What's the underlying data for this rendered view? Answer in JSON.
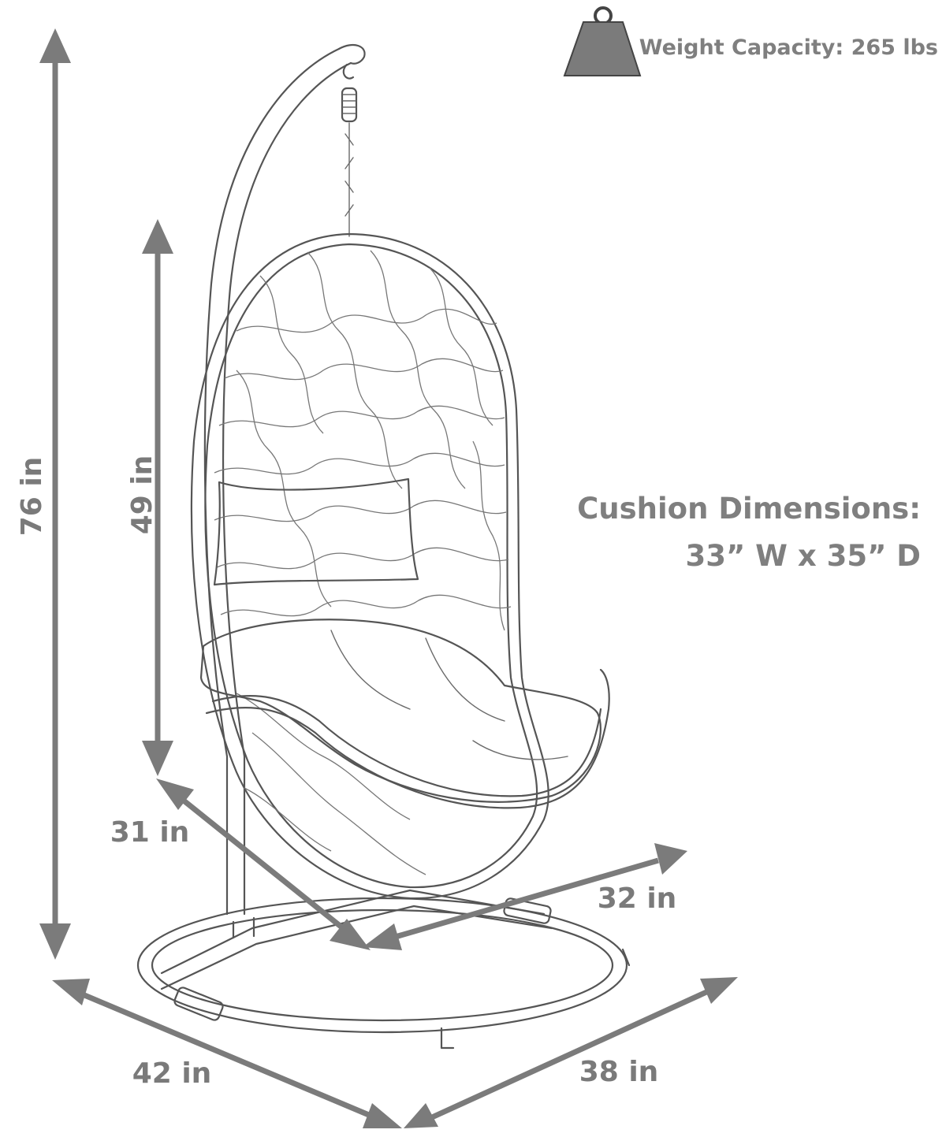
{
  "weight": {
    "icon": "weight-icon",
    "label": "Weight Capacity: 265 lbs"
  },
  "cushion": {
    "line1": "Cushion Dimensions:",
    "line2": "33” W x 35” D"
  },
  "dimensions": {
    "total_height": "76 in",
    "chair_height": "49 in",
    "seat_depth": "31 in",
    "seat_width": "32 in",
    "base_width": "42 in",
    "base_depth": "38 in"
  },
  "colors": {
    "label_gray": "#7a7a7a",
    "arrow_gray": "#7b7b7b",
    "sketch_line": "#555555"
  }
}
